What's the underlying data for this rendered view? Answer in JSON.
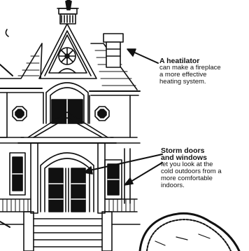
{
  "annotations": {
    "heatilator": {
      "title": "A heatilator",
      "lines": [
        "can make a fireplace",
        "a more effective",
        "heating system."
      ]
    },
    "storm": {
      "title_lines": [
        "Storm doors",
        "and windows"
      ],
      "lines": [
        "let you look at the",
        "cold outdoors from a",
        "more comfortable",
        "indoors."
      ]
    }
  },
  "colors": {
    "ink": "#111111",
    "paper": "#ffffff"
  }
}
